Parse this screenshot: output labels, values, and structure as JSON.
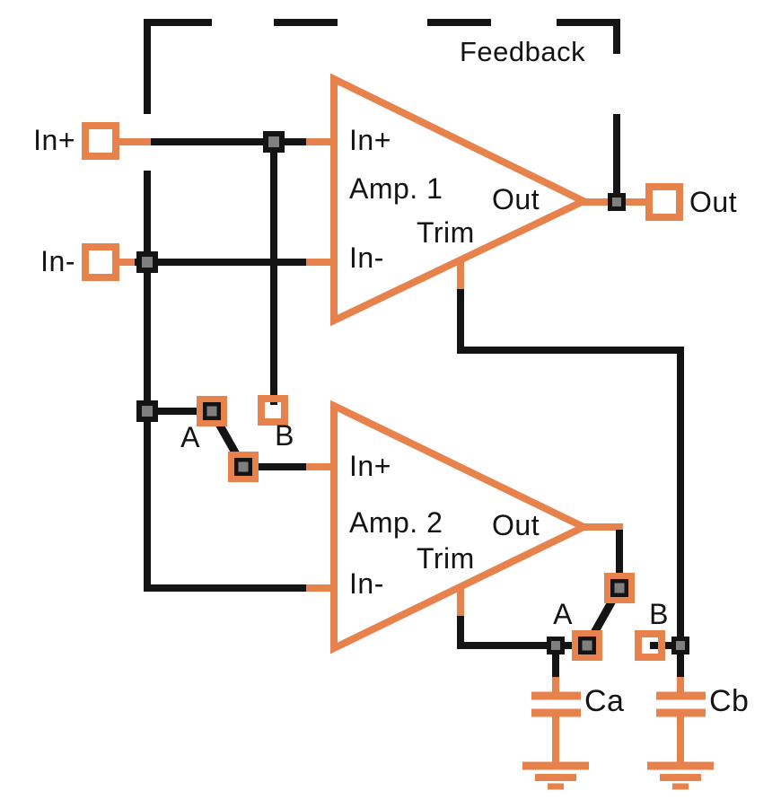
{
  "colors": {
    "orange": "#E8824C",
    "black": "#141414",
    "pad_gray": "#7F7F7F",
    "background": "#FFFFFF"
  },
  "labels": {
    "feedback": "Feedback",
    "terminal_in_pos": "In+",
    "terminal_in_neg": "In-",
    "terminal_out": "Out"
  },
  "amp1": {
    "name": "Amp. 1",
    "pin_in_pos": "In+",
    "pin_in_neg": "In-",
    "pin_out": "Out",
    "pin_trim": "Trim"
  },
  "amp2": {
    "name": "Amp. 2",
    "pin_in_pos": "In+",
    "pin_in_neg": "In-",
    "pin_out": "Out",
    "pin_trim": "Trim"
  },
  "input_switch": {
    "position_a": "A",
    "position_b": "B"
  },
  "output_switch": {
    "position_a": "A",
    "position_b": "B"
  },
  "capacitors": {
    "cap_a": "Ca",
    "cap_b": "Cb"
  }
}
